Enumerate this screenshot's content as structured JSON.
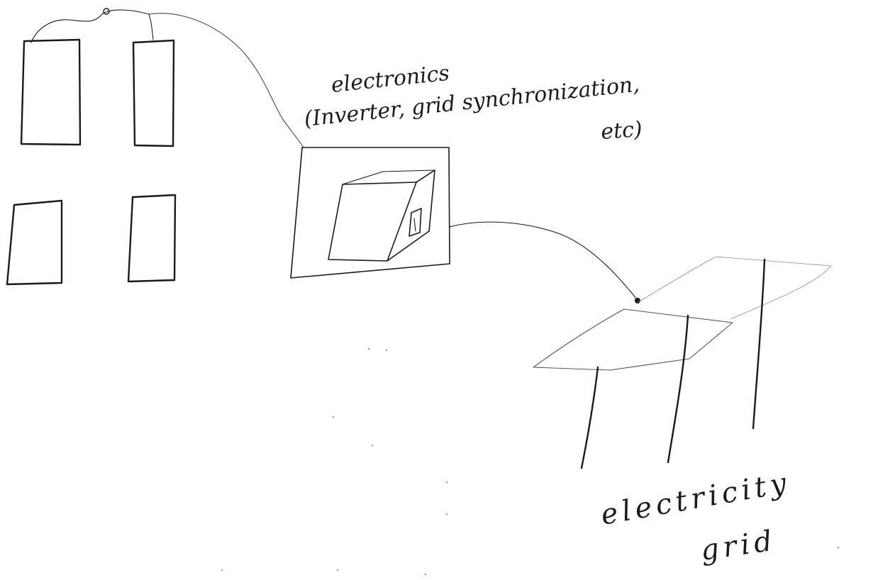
{
  "labels": {
    "electronics_title": "electronics",
    "electronics_detail": "(Inverter, grid synchronization,",
    "electronics_detail_end": "etc)",
    "grid_title": "electricity",
    "grid_subtitle": "grid"
  },
  "colors": {
    "ink": "#1a1a1a",
    "light_ink": "#8a8a8a",
    "paper": "#ffffff"
  }
}
